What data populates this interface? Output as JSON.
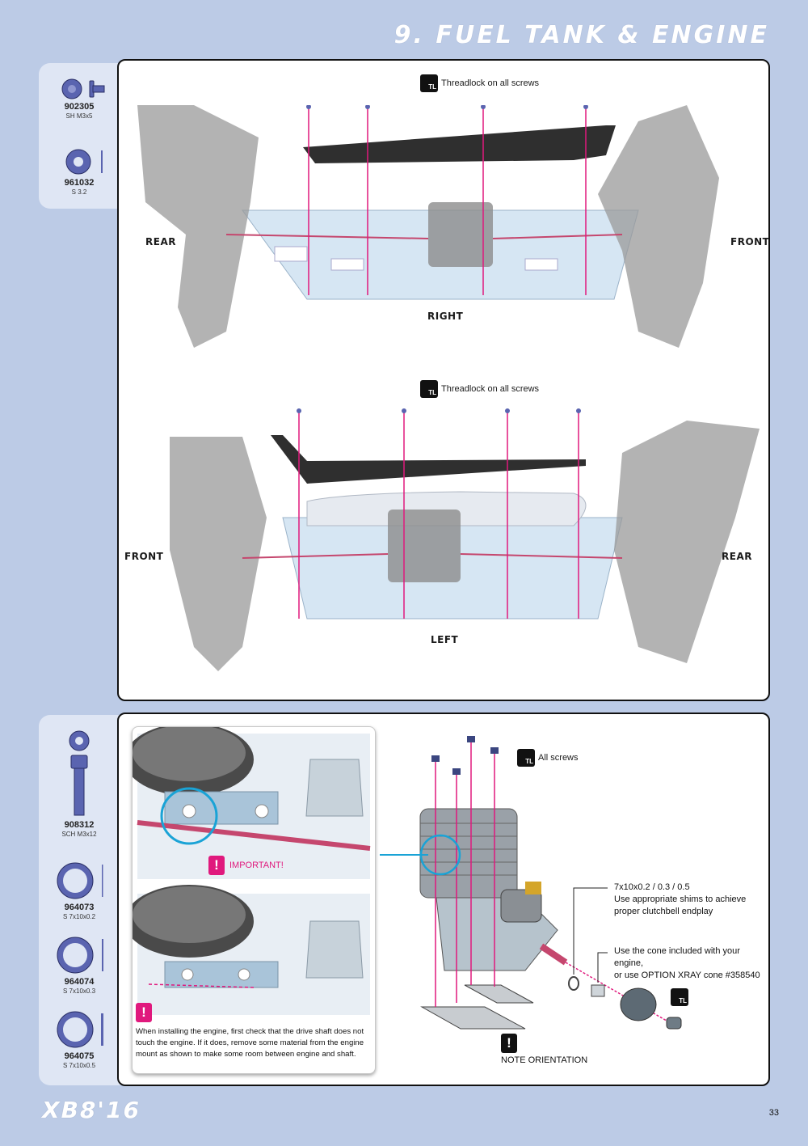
{
  "header": {
    "title": "9. FUEL TANK & ENGINE"
  },
  "top_parts": [
    {
      "code": "902305",
      "desc": "SH M3x5"
    },
    {
      "code": "961032",
      "desc": "S 3.2"
    }
  ],
  "bottom_parts": [
    {
      "code": "908312",
      "desc": "SCH M3x12"
    },
    {
      "code": "964073",
      "desc": "S 7x10x0.2"
    },
    {
      "code": "964074",
      "desc": "S 7x10x0.3"
    },
    {
      "code": "964075",
      "desc": "S 7x10x0.5"
    }
  ],
  "top_view": {
    "threadlock_note": "Threadlock on all screws",
    "rear_label": "REAR",
    "front_label": "FRONT",
    "side_label": "RIGHT"
  },
  "bottom_view": {
    "threadlock_note": "Threadlock on all screws",
    "front_label": "FRONT",
    "rear_label": "REAR",
    "side_label": "LEFT"
  },
  "engine_step": {
    "all_screws_note": "All screws",
    "important_label": "IMPORTANT!",
    "inset_text": "When installing the engine, first check that the drive shaft does not touch the engine. If it does, remove some material from the engine mount as shown to make some room between engine and shaft.",
    "shim_note_title": "7x10x0.2 / 0.3 / 0.5",
    "shim_note_body": "Use appropriate shims to achieve proper clutchbell endplay",
    "cone_note_1": "Use the cone included with your engine,",
    "cone_note_2": "or use OPTION XRAY cone #358540",
    "orientation_note": "NOTE ORIENTATION",
    "tl_badge": "TL"
  },
  "footer": {
    "logo": "XB8'16",
    "page_number": "33"
  },
  "colors": {
    "magenta": "#e0197d",
    "cyan": "#1aa3d6",
    "part_blue": "#5a64b0",
    "background": "#bccbe6"
  }
}
